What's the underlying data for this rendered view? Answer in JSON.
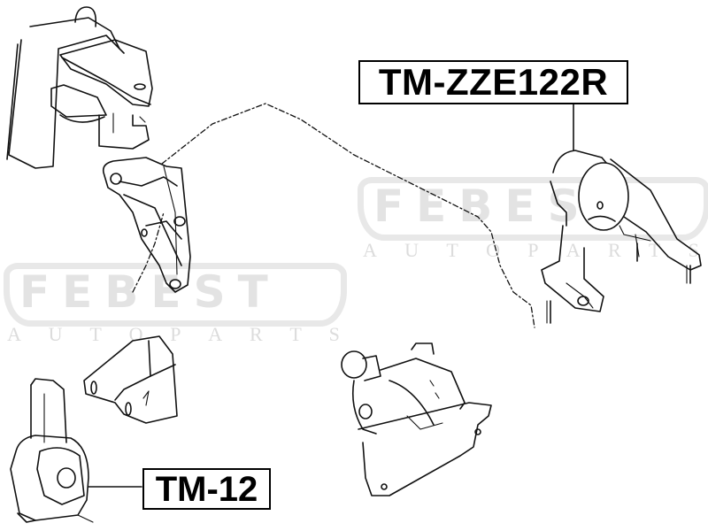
{
  "diagram": {
    "type": "engine-mount-parts-diagram",
    "parts": [
      {
        "id": "upper-left-mount",
        "label": null
      },
      {
        "id": "center-bracket",
        "label": null
      },
      {
        "id": "right-mount",
        "label": "TM-ZZE122R"
      },
      {
        "id": "lower-left-bracket",
        "label": null
      },
      {
        "id": "lower-left-mount",
        "label": "TM-12"
      },
      {
        "id": "lower-center-mount",
        "label": null
      }
    ],
    "labels": {
      "right": "TM-ZZE122R",
      "left": "TM-12"
    }
  },
  "watermark": {
    "brand": "FEBEST",
    "tagline_letters": [
      "A",
      "U",
      "T",
      "O",
      "P",
      "A",
      "R",
      "T",
      "S"
    ],
    "color": "#e5e5e5"
  },
  "colors": {
    "line": "#111111",
    "background": "#ffffff",
    "label_border": "#000000"
  }
}
